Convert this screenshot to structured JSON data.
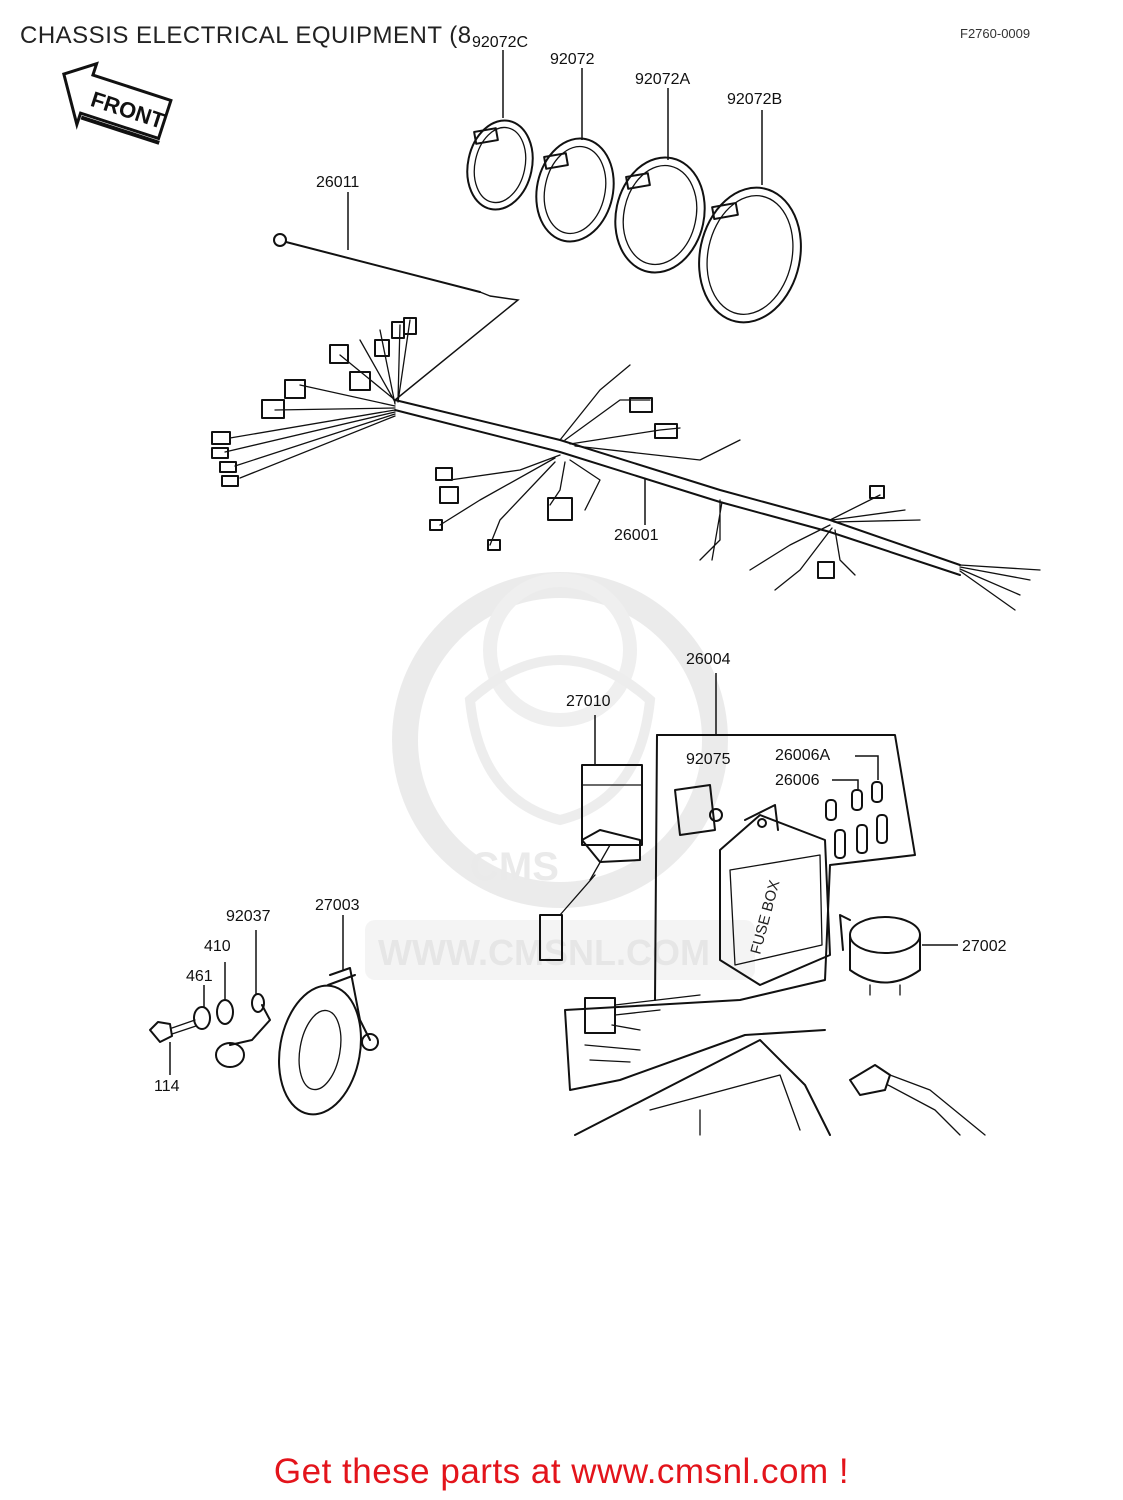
{
  "header": {
    "title": "CHASSIS ELECTRICAL EQUIPMENT (8",
    "figure_code": "F2760-0009"
  },
  "direction_marker": {
    "text": "FRONT",
    "icon": "front-arrow-icon"
  },
  "watermark": {
    "text": "WWW.CMSNL.COM",
    "logo": "cmsnl-mascot-logo"
  },
  "parts": {
    "p92072C": "92072C",
    "p92072": "92072",
    "p92072A": "92072A",
    "p92072B": "92072B",
    "p26011": "26011",
    "p26001": "26001",
    "p26004": "26004",
    "p27010": "27010",
    "p92075": "92075",
    "p26006A": "26006A",
    "p26006": "26006",
    "p27002": "27002",
    "p92037": "92037",
    "p27003": "27003",
    "p410": "410",
    "p461": "461",
    "p114": "114"
  },
  "fuse_box_label": "FUSE BOX",
  "footer": {
    "link_text": "Get these parts at www.cmsnl.com !",
    "link_color": "#e3141b"
  }
}
